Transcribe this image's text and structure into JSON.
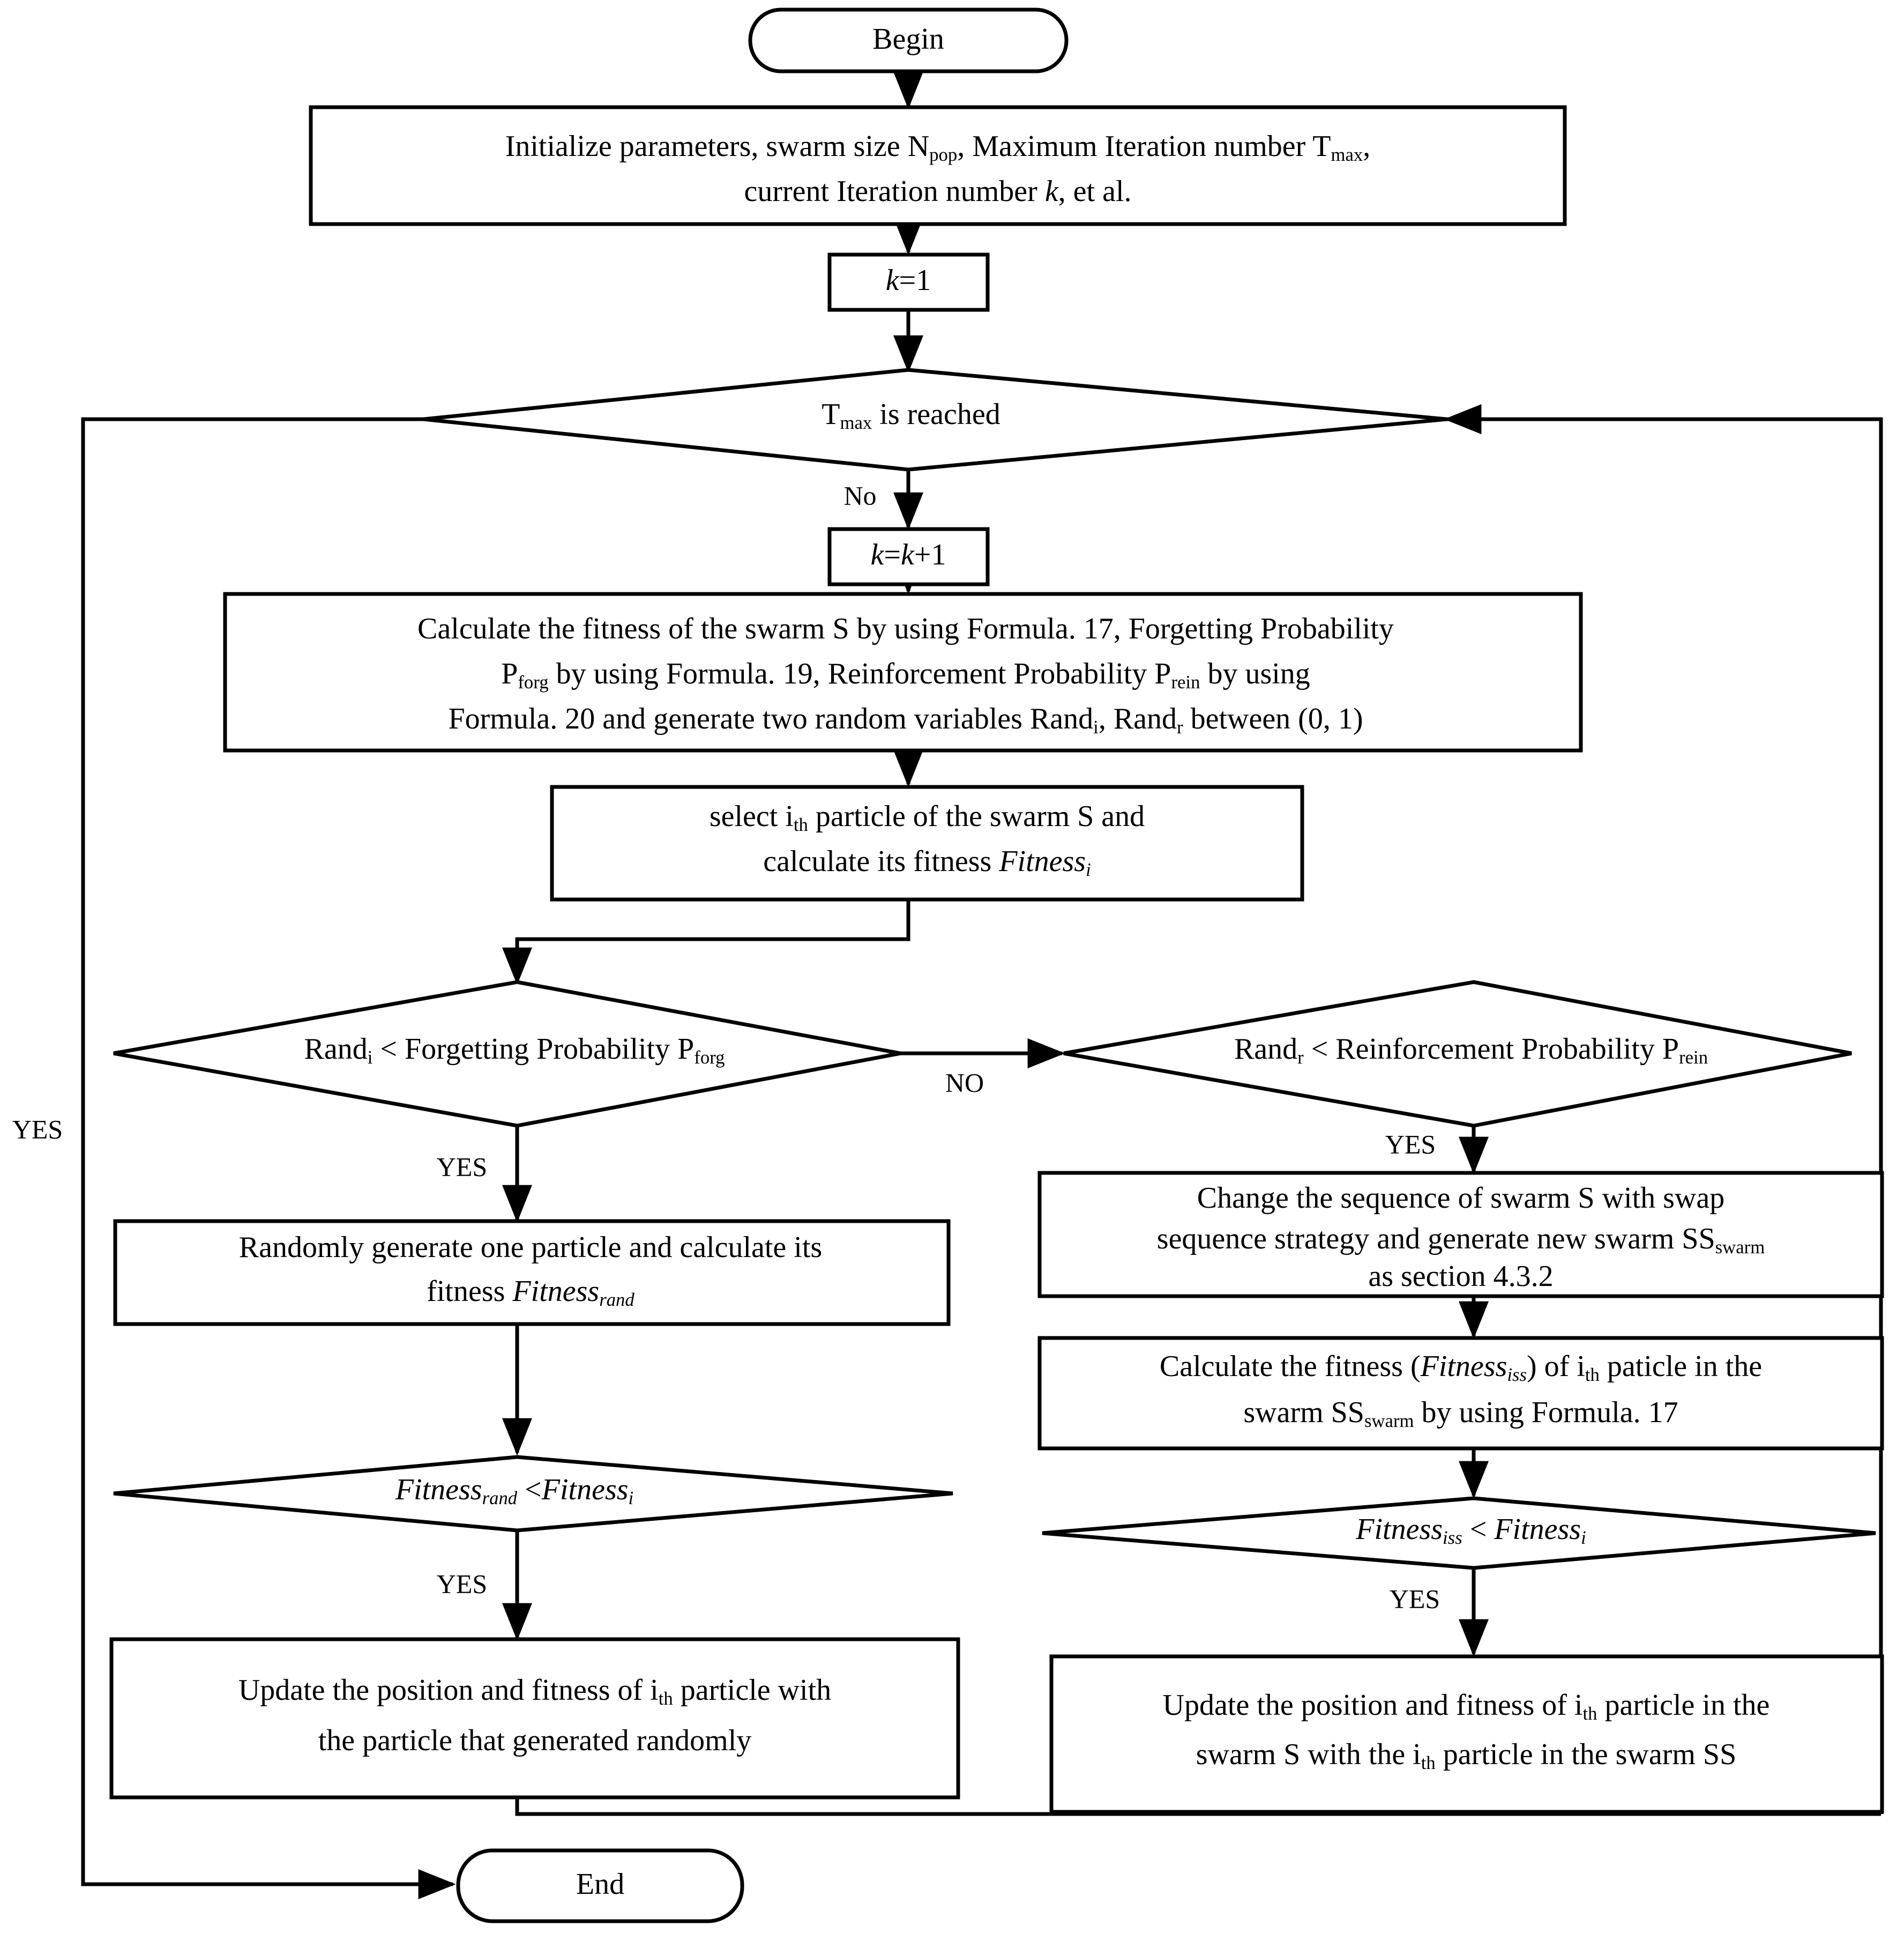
{
  "diagram": {
    "type": "flowchart",
    "title": "Forgetting-Reinforcement Swarm Optimization Flowchart",
    "orientation": "top-to-bottom",
    "background": "#ffffff",
    "line_color": "#000000",
    "fill_color": "#ffffff"
  },
  "nodes": {
    "begin": {
      "shape": "stadium",
      "label": "Begin"
    },
    "init": {
      "shape": "rectangle",
      "line1_a": "Initialize parameters, swarm size N",
      "line1_sub1": "pop",
      "line1_b": ", Maximum Iteration number T",
      "line1_sub2": "max",
      "line1_c": ",",
      "line2_a": "current Iteration number ",
      "line2_it": "k",
      "line2_b": ", et al."
    },
    "k1": {
      "shape": "rectangle",
      "label_it": "k",
      "label_rest": "=1"
    },
    "tmax": {
      "shape": "diamond",
      "label_a": "T",
      "label_sub": "max",
      "label_b": " is reached"
    },
    "kinc": {
      "shape": "rectangle",
      "label_it": "k",
      "label_mid": "=",
      "label_it2": "k",
      "label_rest": "+1"
    },
    "calcfit": {
      "shape": "rectangle",
      "line1": "Calculate the fitness of the swarm S by using Formula. 17,  Forgetting Probability",
      "line2_a": "P",
      "line2_sub1": "forg",
      "line2_b": " by using Formula. 19,  Reinforcement Probability P",
      "line2_sub2": "rein",
      "line2_c": " by using",
      "line3_a": "Formula. 20 and generate two random variables Rand",
      "line3_sub1": "i",
      "line3_b": ", Rand",
      "line3_sub2": "r",
      "line3_c": " between (0, 1)"
    },
    "selecti": {
      "shape": "rectangle",
      "line1_a": "select i",
      "line1_sub": "th",
      "line1_b": " particle of the swarm S and",
      "line2_a": "calculate its fitness ",
      "line2_it": "Fitness",
      "line2_sub": "i"
    },
    "randforg": {
      "shape": "diamond",
      "label_a": "Rand",
      "label_sub1": "i",
      "label_b": " < Forgetting Probability P",
      "label_sub2": "forg"
    },
    "randrein": {
      "shape": "diamond",
      "label_a": "Rand",
      "label_sub1": "r",
      "label_b": " < Reinforcement Probability P",
      "label_sub2": "rein"
    },
    "genrand": {
      "shape": "rectangle",
      "line1": "Randomly generate one particle and calculate its",
      "line2_a": "fitness ",
      "line2_it": "Fitness",
      "line2_sub": "rand"
    },
    "changeseq": {
      "shape": "rectangle",
      "line1": "Change the sequence of  swarm S with swap",
      "line2_a": "sequence strategy and generate new swarm SS",
      "line2_sub": "swarm",
      "line3": "as section 4.3.2"
    },
    "calciss": {
      "shape": "rectangle",
      "line1_a": "Calculate the fitness (",
      "line1_it": "Fitness",
      "line1_sub1": "iss",
      "line1_b": ") of i",
      "line1_sub2": "th",
      "line1_c": " paticle  in the",
      "line2_a": "swarm  SS",
      "line2_sub": "swarm",
      "line2_b": " by using Formula. 17"
    },
    "cmprand": {
      "shape": "diamond",
      "label_it1": "Fitness",
      "label_sub1": "rand",
      "label_mid": " <",
      "label_it2": "Fitness",
      "label_sub2": "i"
    },
    "cmpiss": {
      "shape": "diamond",
      "label_it1": "Fitness",
      "label_sub1": "iss",
      "label_mid": " < ",
      "label_it2": "Fitness",
      "label_sub2": "i"
    },
    "updaterand": {
      "shape": "rectangle",
      "line1_a": "Update the position and fitness of  i",
      "line1_sub": "th",
      "line1_b": " particle with",
      "line2": "the particle that generated randomly"
    },
    "updateiss": {
      "shape": "rectangle",
      "line1_a": "Update the position and fitness of  i",
      "line1_sub": "th",
      "line1_b": " particle in the",
      "line2_a": "swarm S with the i",
      "line2_sub": "th",
      "line2_b": " particle in the swarm SS"
    },
    "end": {
      "shape": "stadium",
      "label": "End"
    }
  },
  "edge_labels": {
    "tmax_no": "No",
    "tmax_yes": "YES",
    "forg_no": "NO",
    "forg_yes": "YES",
    "rein_yes": "YES",
    "cmprand_yes": "YES",
    "cmpiss_yes": "YES"
  }
}
